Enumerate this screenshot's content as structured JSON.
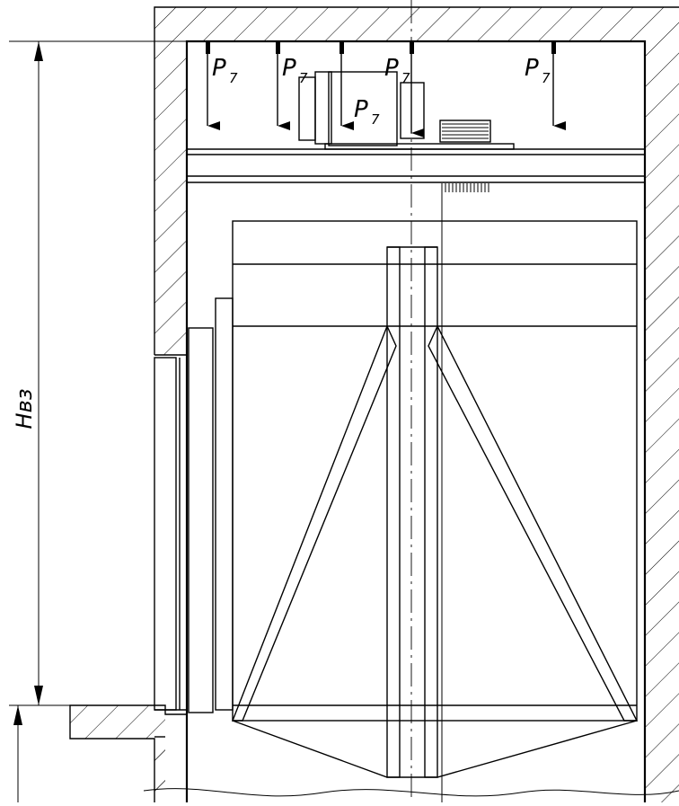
{
  "labels": {
    "load": "P",
    "load_index": "7",
    "height_dimension": "Нвз"
  },
  "colors": {
    "line": "#000000",
    "background": "#ffffff"
  }
}
